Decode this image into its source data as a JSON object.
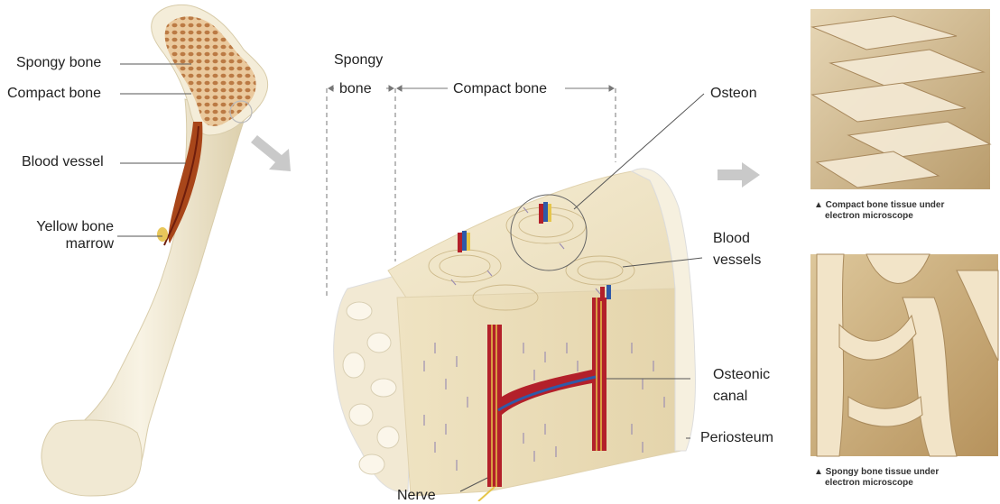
{
  "femur_labels": {
    "spongy_bone": "Spongy bone",
    "compact_bone": "Compact bone",
    "blood_vessel": "Blood vessel",
    "yellow_marrow_line1": "Yellow bone",
    "yellow_marrow_line2": "marrow"
  },
  "section_labels": {
    "spongy_line1": "Spongy",
    "spongy_line2": "bone",
    "compact_bone": "Compact bone",
    "osteon": "Osteon",
    "blood_vessels_line1": "Blood",
    "blood_vessels_line2": "vessels",
    "osteonic_line1": "Osteonic",
    "osteonic_line2": "canal",
    "periosteum": "Periosteum",
    "nerve": "Nerve"
  },
  "photo_captions": {
    "compact_line1": "▲ Compact bone tissue under",
    "compact_line2": "electron microscope",
    "spongy_line1": "▲ Spongy bone tissue under",
    "spongy_line2": "electron microscope"
  },
  "colors": {
    "bone": "#f3ead2",
    "bone_shade": "#e2d6b4",
    "marrow": "#a8461a",
    "vessel_red": "#b3202a",
    "vessel_blue": "#2f5aa8",
    "nerve_yellow": "#e6c64a",
    "arrow_grey": "#c9c9c9",
    "photo_tone": "#d8c49c"
  }
}
